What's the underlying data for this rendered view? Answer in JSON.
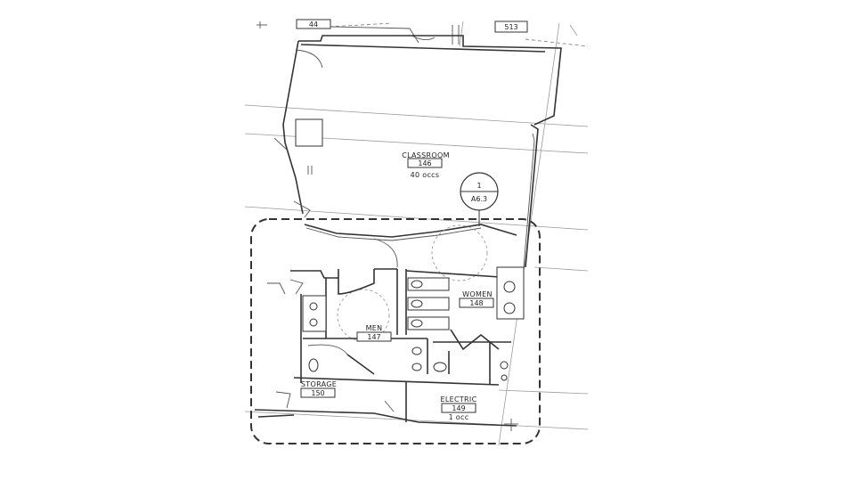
{
  "tags": {
    "top_left": "44",
    "top_right": "513"
  },
  "rooms": {
    "classroom": {
      "name": "CLASSROOM",
      "number": "146",
      "occupancy": "40 occs"
    },
    "women": {
      "name": "WOMEN",
      "number": "148"
    },
    "men": {
      "name": "MEN",
      "number": "147"
    },
    "storage": {
      "name": "STORAGE",
      "number": "150"
    },
    "electric": {
      "name": "ELECTRIC",
      "number": "149",
      "occupancy": "1 occ"
    }
  },
  "section_marker": {
    "number": "1",
    "sheet": "A6.3"
  }
}
